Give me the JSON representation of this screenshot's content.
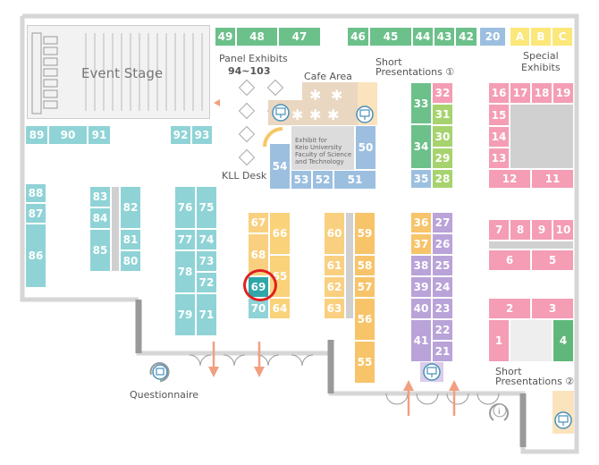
{
  "title": "",
  "areas": {
    "event_stage": "Event Stage",
    "panel_exhibits_line1": "Panel Exhibits",
    "panel_exhibits_line2": "94~103",
    "cafe_area": "Cafe Area",
    "short_presentations_1_line1": "Short",
    "short_presentations_1_line2": "Presentations ①",
    "special_exhibits_line1": "Special",
    "special_exhibits_line2": "Exhibits",
    "kll_desk": "KLL Desk",
    "exhibit_keio_line1": "Exhibit for",
    "exhibit_keio_line2": "Keio University",
    "exhibit_keio_line3": "Faculty of Science",
    "exhibit_keio_line4": "and Technology",
    "questionnaire": "Questionnaire",
    "short_presentations_2_line1": "Short",
    "short_presentations_2_line2": "Presentations ②"
  },
  "highlighted_booth": "69",
  "booths": {
    "b49": "49",
    "b48": "48",
    "b47": "47",
    "b46": "46",
    "b45": "45",
    "b44": "44",
    "b43": "43",
    "b42": "42",
    "b20": "20",
    "bA": "A",
    "bB": "B",
    "bC": "C",
    "b89": "89",
    "b90": "90",
    "b91": "91",
    "b92": "92",
    "b93": "93",
    "b88": "88",
    "b87": "87",
    "b86": "86",
    "b83": "83",
    "b84": "84",
    "b85": "85",
    "b82": "82",
    "b81": "81",
    "b80": "80",
    "b76": "76",
    "b75": "75",
    "b77": "77",
    "b74": "74",
    "b78": "78",
    "b73": "73",
    "b72": "72",
    "b79": "79",
    "b71": "71",
    "b67": "67",
    "b66": "66",
    "b68": "68",
    "b65": "65",
    "b69": "69",
    "b70": "70",
    "b64": "64",
    "b60": "60",
    "b59": "59",
    "b61": "61",
    "b58": "58",
    "b62": "62",
    "b57": "57",
    "b63": "63",
    "b56": "56",
    "b55": "55",
    "b50": "50",
    "b54": "54",
    "b53": "53",
    "b52": "52",
    "b51": "51",
    "b33": "33",
    "b32": "32",
    "b31": "31",
    "b34": "34",
    "b30": "30",
    "b29": "29",
    "b35": "35",
    "b28": "28",
    "b36": "36",
    "b27": "27",
    "b37": "37",
    "b26": "26",
    "b38": "38",
    "b25": "25",
    "b39": "39",
    "b24": "24",
    "b40": "40",
    "b23": "23",
    "b41": "41",
    "b22": "22",
    "b21": "21",
    "b16": "16",
    "b17": "17",
    "b18": "18",
    "b19": "19",
    "b15": "15",
    "b14": "14",
    "b13": "13",
    "b12": "12",
    "b11": "11",
    "b7": "7",
    "b8": "8",
    "b9": "9",
    "b10": "10",
    "b6": "6",
    "b5": "5",
    "b2": "2",
    "b3": "3",
    "b1": "1",
    "b4": "4"
  },
  "icons": {
    "presentation": "presentation-screen-icon",
    "info": "info-icon",
    "entrance_arrow": "arrow-icon",
    "table": "cafe-table-icon"
  },
  "colors": {
    "teal": "#8fd3d6",
    "green": "#6cc08a",
    "orange": "#f7c765",
    "purple": "#b9a3d8",
    "pink": "#f49db5",
    "blue": "#9cbfe0",
    "highlight": "#2fa7a9",
    "highlight_ring": "#e02020"
  }
}
